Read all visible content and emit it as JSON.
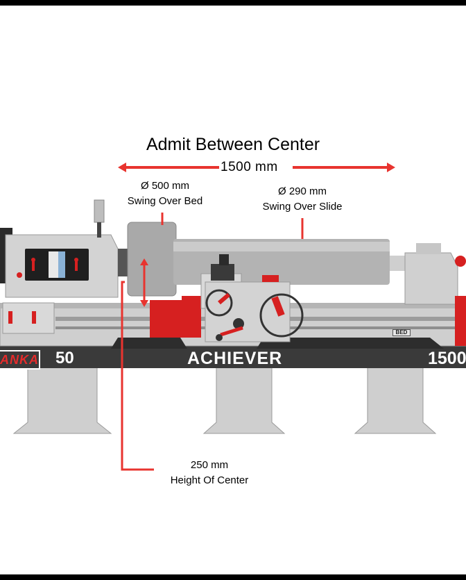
{
  "annotations": {
    "title": "Admit Between Center",
    "between_center": "1500 mm",
    "swing_over_bed_value": "Ø 500 mm",
    "swing_over_bed_label": "Swing Over Bed",
    "swing_over_slide_value": "Ø 290 mm",
    "swing_over_slide_label": "Swing Over Slide",
    "center_height_value": "250 mm",
    "center_height_label": "Height Of Center"
  },
  "nameplate": {
    "brand": "ANKA",
    "size": "50",
    "model": "ACHIEVER",
    "length": "1500",
    "bed_tag": "BED"
  },
  "colors": {
    "dimension_red": "#e8342f",
    "machine_gray": "#c9c9c9",
    "accent_red": "#d62020",
    "plate_dark": "#3a3a3a"
  }
}
